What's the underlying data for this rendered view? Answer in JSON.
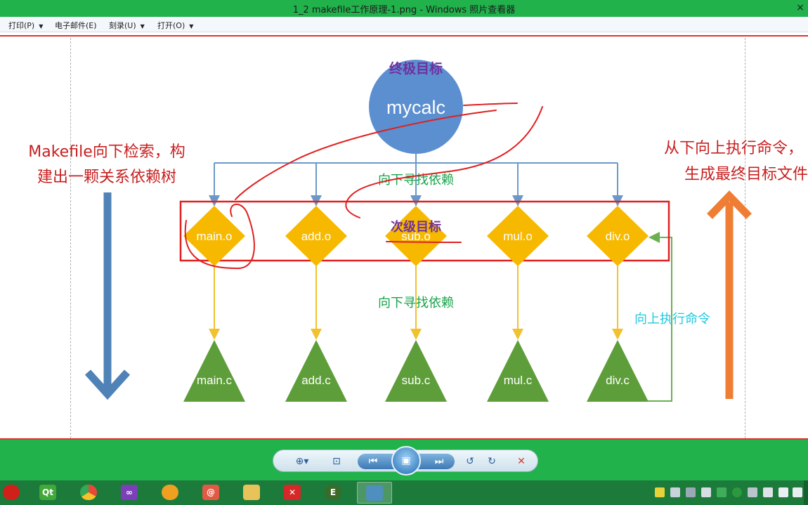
{
  "window": {
    "title": "1_2 makefile工作原理-1.png - Windows 照片查看器",
    "close_glyph": "×"
  },
  "menu": [
    {
      "label": "打印(P)",
      "has_arrow": true
    },
    {
      "label": "电子邮件(E)",
      "has_arrow": false
    },
    {
      "label": "刻录(U)",
      "has_arrow": true
    },
    {
      "label": "打开(O)",
      "has_arrow": true
    }
  ],
  "diagram": {
    "root_caption": "终极目标",
    "root_label": "mycalc",
    "level2_caption": "次级目标",
    "level2_nodes": [
      "main.o",
      "add.o",
      "sub.o",
      "mul.o",
      "div.o"
    ],
    "level3_nodes": [
      "main.c",
      "add.c",
      "sub.c",
      "mul.c",
      "div.c"
    ],
    "dependency_label_top": "向下寻找依赖",
    "dependency_label_mid": "向下寻找依赖",
    "exec_label": "向上执行命令",
    "left_note_line1": "Makefile向下检索，构",
    "left_note_line2": "建出一颗关系依赖树",
    "right_note_line1": "从下向上执行命令，",
    "right_note_line2": "生成最终目标文件",
    "colors": {
      "root": "#5b8fd0",
      "diamond": "#f7b900",
      "triangle": "#5e9e3a",
      "connector_blue": "#6a99c9",
      "connector_yellow": "#f2c12e",
      "connector_green": "#6ab04c",
      "caption_purple": "#7030a0",
      "dependency_green": "#17a34a",
      "exec_cyan": "#1fc8e3",
      "note_red": "#c81e1e",
      "arrow_blue": "#4f82b6",
      "arrow_orange": "#ef7d33",
      "highlight_red": "#e02020"
    }
  },
  "viewer_controls": [
    {
      "name": "zoom-button",
      "glyph": "⊕▾"
    },
    {
      "name": "actual-size-button",
      "glyph": "⊡"
    },
    {
      "name": "previous-button",
      "glyph": "⏮"
    },
    {
      "name": "slideshow-button",
      "glyph": "▣"
    },
    {
      "name": "next-button",
      "glyph": "⏭"
    },
    {
      "name": "rotate-left-button",
      "glyph": "↺"
    },
    {
      "name": "rotate-right-button",
      "glyph": "↻"
    },
    {
      "name": "delete-button",
      "glyph": "✕"
    }
  ],
  "taskbar": {
    "apps": [
      {
        "name": "red-app-icon",
        "label": "",
        "color": "#d0201a",
        "active": false
      },
      {
        "name": "qt-icon",
        "label": "Qt",
        "color": "#41a83a",
        "active": false
      },
      {
        "name": "chrome-icon",
        "label": "",
        "color": "#e8483a",
        "active": false
      },
      {
        "name": "visual-studio-icon",
        "label": "",
        "color": "#7b3fb8",
        "active": false
      },
      {
        "name": "paint-icon",
        "label": "",
        "color": "#f0a020",
        "active": false
      },
      {
        "name": "snail-app-icon",
        "label": "",
        "color": "#e05a45",
        "active": false
      },
      {
        "name": "file-explorer-icon",
        "label": "",
        "color": "#e8c35a",
        "active": false
      },
      {
        "name": "xmind-icon",
        "label": "",
        "color": "#d62828",
        "active": false
      },
      {
        "name": "editplus-icon",
        "label": "E",
        "color": "#3b6b2a",
        "active": false
      },
      {
        "name": "photo-viewer-icon",
        "label": "",
        "color": "#4f8fc0",
        "active": true
      }
    ]
  }
}
